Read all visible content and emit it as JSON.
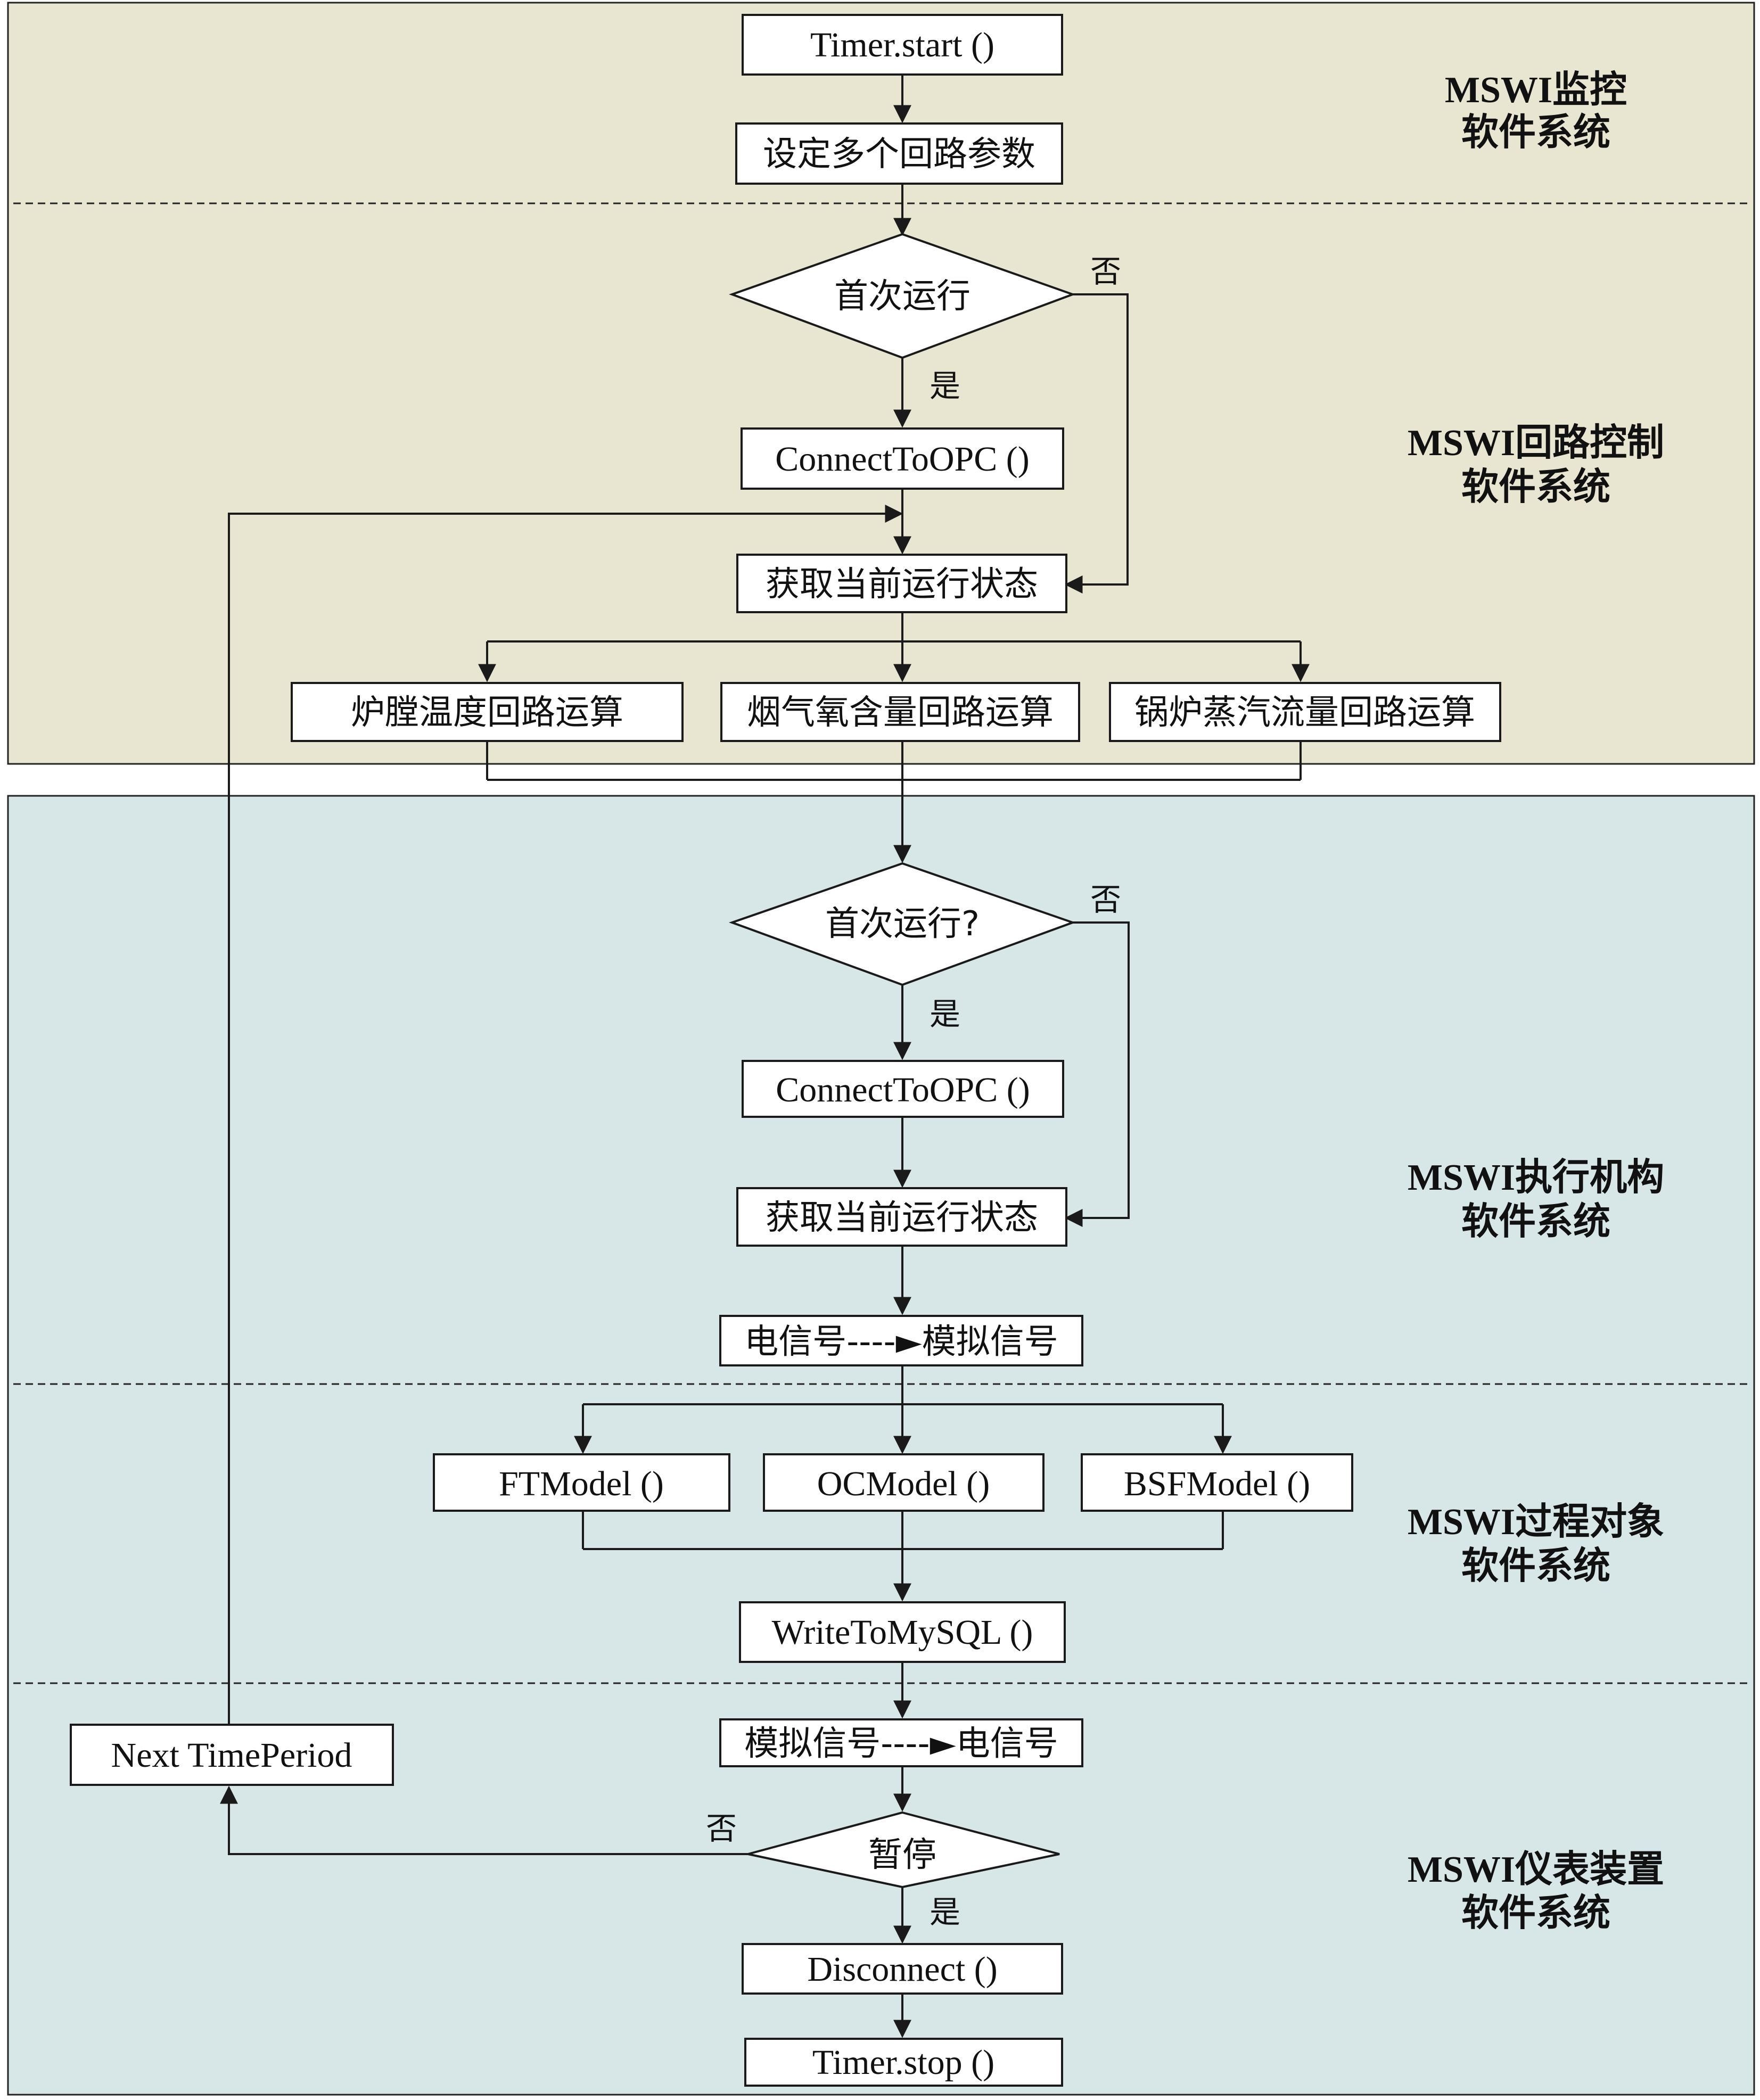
{
  "sections": {
    "monitor": {
      "line1": "MSWI监控",
      "line2": "软件系统"
    },
    "loop": {
      "line1": "MSWI回路控制",
      "line2": "软件系统"
    },
    "actuator": {
      "line1": "MSWI执行机构",
      "line2": "软件系统"
    },
    "process": {
      "line1": "MSWI过程对象",
      "line2": "软件系统"
    },
    "meter": {
      "line1": "MSWI仪表装置",
      "line2": "软件系统"
    }
  },
  "nodes": {
    "timer_start": "Timer.start ()",
    "set_params": "设定多个回路参数",
    "first_run_1": "首次运行",
    "connect_1": "ConnectToOPC ()",
    "get_state_1": "获取当前运行状态",
    "loop_temp": "炉膛温度回路运算",
    "loop_oxygen": "烟气氧含量回路运算",
    "loop_steam": "锅炉蒸汽流量回路运算",
    "first_run_2": "首次运行?",
    "connect_2": "ConnectToOPC ()",
    "get_state_2": "获取当前运行状态",
    "elec_to_analog": "电信号----►模拟信号",
    "ft_model": "FTModel ()",
    "oc_model": "OCModel ()",
    "bsf_model": "BSFModel ()",
    "write_mysql": "WriteToMySQL ()",
    "analog_to_elec": "模拟信号----►电信号",
    "next_period": "Next TimePeriod",
    "pause": "暂停",
    "disconnect": "Disconnect ()",
    "timer_stop": "Timer.stop ()"
  },
  "branches": {
    "no": "否",
    "yes": "是"
  },
  "colors": {
    "top_panel": "#e8e6d0",
    "bottom_panel": "#d7e6e6",
    "line": "#1a1a1a"
  }
}
